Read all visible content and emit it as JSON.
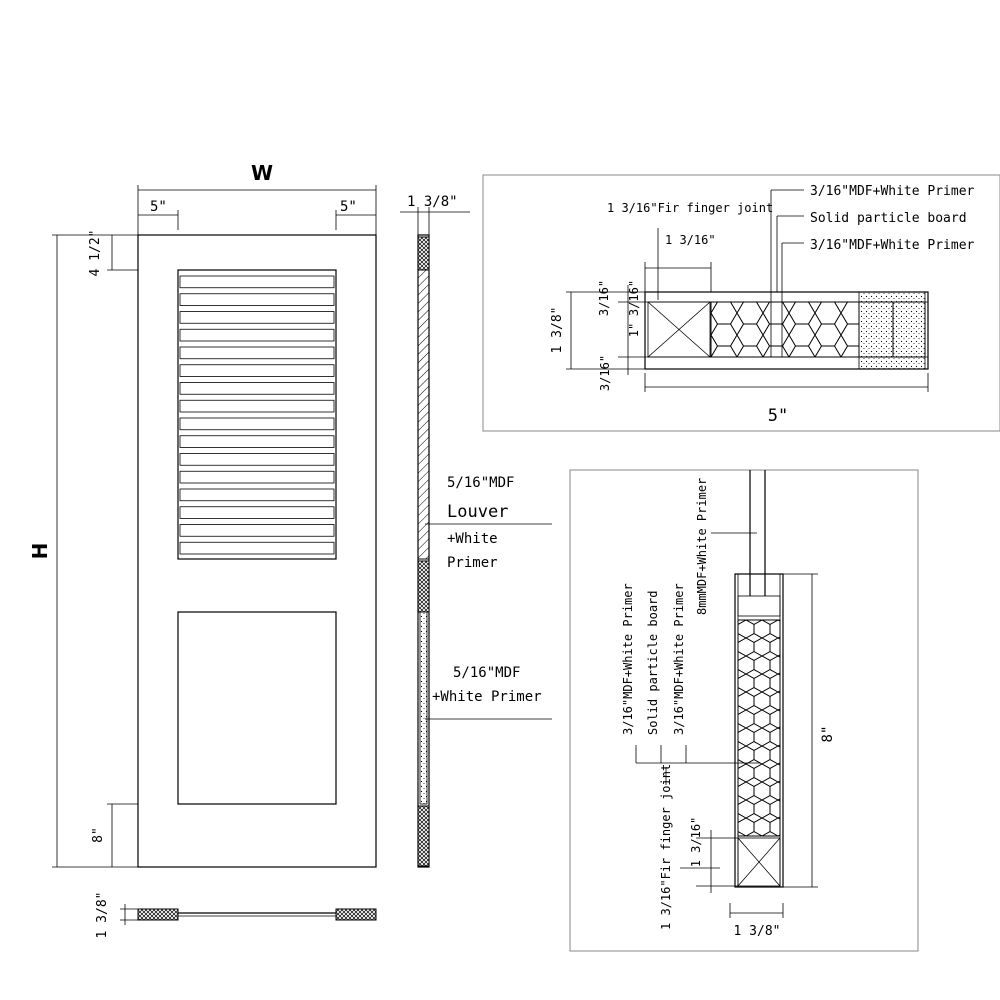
{
  "front_view": {
    "width_label": "W",
    "height_label": "H",
    "stile_left": "5\"",
    "stile_right": "5\"",
    "top_rail": "4 1/2\"",
    "bottom_rail": "8\"",
    "thickness": "1 3/8\""
  },
  "side_view": {
    "thickness": "1 3/8\"",
    "louver_spec_1": "5/16\"MDF",
    "louver_spec_2": "Louver",
    "louver_spec_3": "+White",
    "louver_spec_4": "Primer",
    "panel_spec_1": "5/16\"MDF",
    "panel_spec_2": "+White Primer"
  },
  "stile_detail": {
    "label_finger_joint": "1 3/16\"Fir finger joint",
    "label_mdf_top": "3/16\"MDF+White Primer",
    "label_particle": "Solid particle board",
    "label_mdf_bottom": "3/16\"MDF+White Primer",
    "dim_finger": "1 3/16\"",
    "dim_thickness": "1 3/8\"",
    "dim_skin_top": "3/16\"",
    "dim_core": "1\"",
    "dim_skin_bottom": "3/16\"",
    "dim_skin_left": "3/16\"",
    "dim_width": "5\""
  },
  "rail_detail": {
    "label_mdf_8mm": "8mmMDF+White Primer",
    "label_mdf_left": "3/16\"MDF+White Primer",
    "label_particle": "Solid particle board",
    "label_mdf_right": "3/16\"MDF+White Primer",
    "label_finger_joint": "1 3/16\"Fir finger joint",
    "dim_finger": "1 3/16\"",
    "dim_height": "8\"",
    "dim_thickness": "1 3/8\""
  }
}
